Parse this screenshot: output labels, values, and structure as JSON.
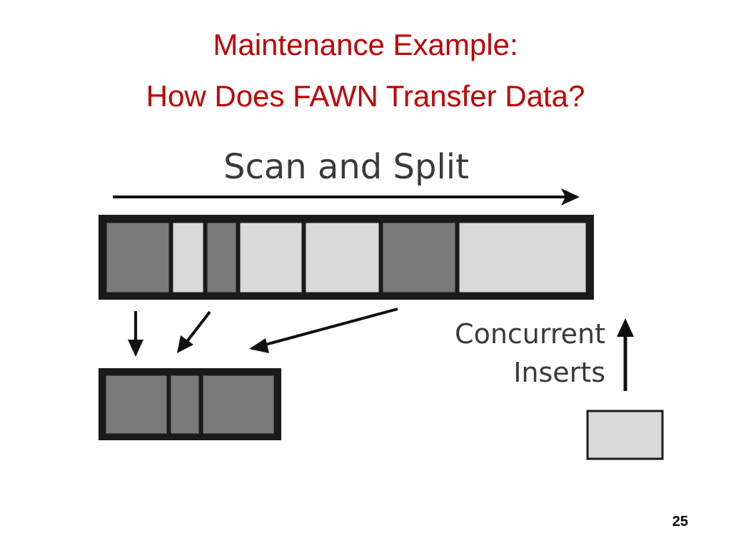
{
  "slide": {
    "title_line1": "Maintenance Example:",
    "title_line2": "How Does FAWN Transfer Data?",
    "page_number": "25"
  },
  "diagram": {
    "scan_label": "Scan and Split",
    "concurrent_line1": "Concurrent",
    "concurrent_line2": "Inserts",
    "colors": {
      "title": "#c00000",
      "dark_segment": "#7a7a7a",
      "light_segment": "#d9d9d9",
      "border": "#1a1a1a",
      "arrow": "#111111"
    },
    "source_log": [
      {
        "shade": "dark"
      },
      {
        "shade": "light"
      },
      {
        "shade": "dark"
      },
      {
        "shade": "light"
      },
      {
        "shade": "light"
      },
      {
        "shade": "dark"
      },
      {
        "shade": "light"
      }
    ],
    "split_log": [
      {
        "shade": "dark"
      },
      {
        "shade": "dark"
      },
      {
        "shade": "dark"
      }
    ],
    "insert_block": {
      "shade": "light"
    }
  }
}
